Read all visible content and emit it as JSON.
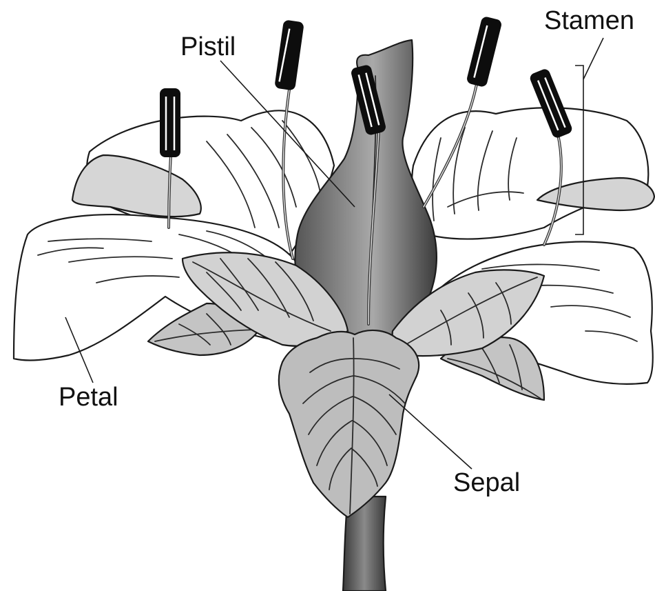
{
  "labels": {
    "stamen": "Stamen",
    "pistil": "Pistil",
    "petal": "Petal",
    "sepal": "Sepal"
  },
  "colors": {
    "background": "#ffffff",
    "outline": "#1a1a1a",
    "petal_fill": "#ffffff",
    "petal_underside": "#d9d9d9",
    "sepal_fill": "#bdbdbd",
    "pistil_light": "#b8b8b8",
    "pistil_dark": "#4a4a4a",
    "anther": "#0d0d0d"
  }
}
